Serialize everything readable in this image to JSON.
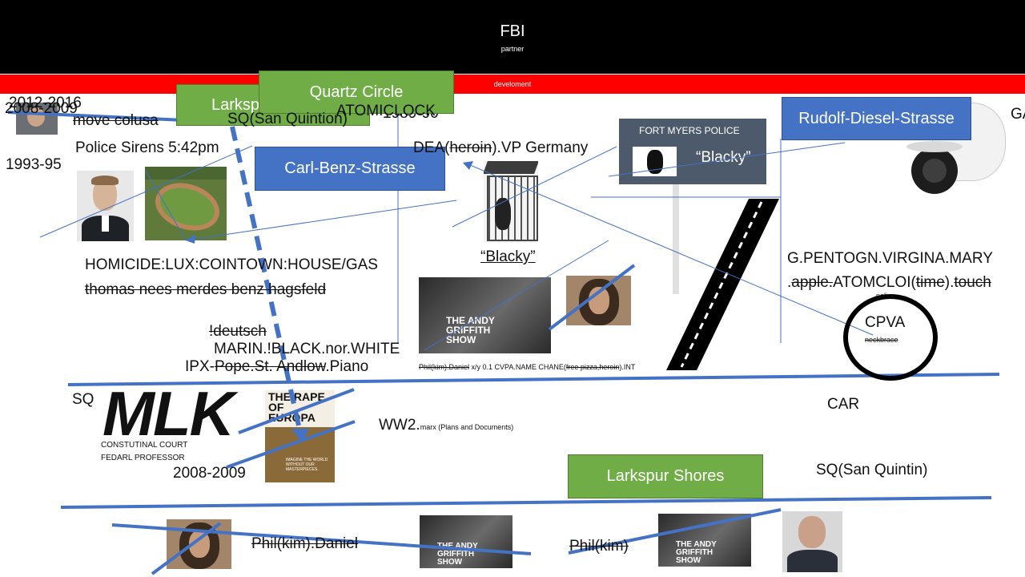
{
  "header": {
    "title": "FBI",
    "subtitle": "partner",
    "bar_label": "develoment"
  },
  "boxes": {
    "quartz": "Quartz Circle",
    "larkspur_top": "Larksp",
    "carl_benz": "Carl-Benz-Strasse",
    "rudolf_diesel": "Rudolf-Diesel-Strasse",
    "larkspur_bottom": "Larkspur Shores"
  },
  "police_sign": {
    "title": "FORT MYERS POLICE",
    "name": "“Blacky”"
  },
  "texts": {
    "y2012": "2012-2016",
    "y2008a": "2008-2009",
    "move": "move colusa",
    "sq_sanquint": "SQ(San Quintion)",
    "atomiclock": "ATOMICLOCK",
    "atomic_year": "1989-90",
    "ga": "GA",
    "sirens": "Police Sirens 5:42pm",
    "y1993": "1993-95",
    "dea_pre": "DEA(",
    "dea_heroin": "heroin",
    "dea_post": ").VP Germany",
    "blacky_under": "“Blacky”",
    "homicide": "HOMICIDE:LUX:COINTOWN:HOUSE/GAS",
    "thomas": "thomas nees merdes benz hagsfeld",
    "pentagon": "G.PENTOGN.VIRGINA.MARY",
    "apple_dot": ".",
    "apple": "apple.",
    "atomcloi": "ATOMCLOI(",
    "time": "time",
    "after_time": ").",
    "touch": "touch",
    "deutsch": "!deutsch",
    "marin": "MARIN.!BLACK.nor.WHITE",
    "ipx_pre": "IPX-",
    "ipx_strike": "Pope.St. Andlow",
    "ipx_post": ".Piano",
    "phil_small_strike": "Phil(kim).Daniel",
    "phil_small_mid": " x/y 0.1 CVPA.NAME CHANE(",
    "phil_small_strike2": "free pizza,heroin",
    "phil_small_end": ").INT",
    "police_label": "police",
    "cpva": "CPVA",
    "neckbrace": "neckbrace",
    "sq": "SQ",
    "car": "CAR",
    "mlk": "MLK",
    "court1": "CONSTUTINAL  COURT",
    "court2": "FEDARL  PROFESSOR",
    "y2008b": "2008-2009",
    "ww2": "WW2.",
    "marx": "marx (Plans and Documents)",
    "sq_sanquintin": "SQ(San Quintin)",
    "phil_bottom": "Phil(kim).Daniel",
    "phil_kim": "Phil(kim)",
    "rape_poster": "THE RAPE OF EUROPA",
    "rape_tag": "IMAGINE THE WORLD WITHOUT OUR MASTERPIECES.",
    "andy_title": "THE ANDY GRIFFITH SHOW"
  },
  "colors": {
    "header": "#000000",
    "redbar": "#ff0000",
    "green": "#70ad47",
    "blue": "#4472c4",
    "line": "#4472c4"
  }
}
